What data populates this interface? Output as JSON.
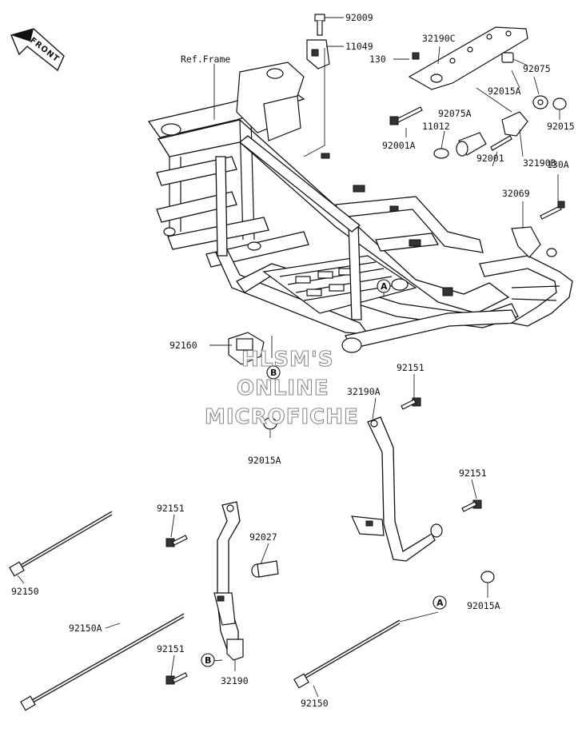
{
  "front_arrow": {
    "label": "FRONT"
  },
  "frame_label": "Ref.Frame",
  "part_labels": [
    {
      "id": "p92009",
      "text": "92009"
    },
    {
      "id": "p11049",
      "text": "11049"
    },
    {
      "id": "p32190c",
      "text": "32190C"
    },
    {
      "id": "p130",
      "text": "130"
    },
    {
      "id": "p92075",
      "text": "92075"
    },
    {
      "id": "p92015a_top",
      "text": "92015A"
    },
    {
      "id": "p92075a",
      "text": "92075A"
    },
    {
      "id": "p11012",
      "text": "11012"
    },
    {
      "id": "p92001a",
      "text": "92001A"
    },
    {
      "id": "p92015",
      "text": "92015"
    },
    {
      "id": "p92001",
      "text": "92001"
    },
    {
      "id": "p32190b",
      "text": "32190B"
    },
    {
      "id": "p32069",
      "text": "32069"
    },
    {
      "id": "p130a",
      "text": "130A"
    },
    {
      "id": "p92160",
      "text": "92160"
    },
    {
      "id": "p92151_a",
      "text": "92151"
    },
    {
      "id": "p32190a",
      "text": "32190A"
    },
    {
      "id": "p92015a_mid",
      "text": "92015A"
    },
    {
      "id": "p92151_b",
      "text": "92151"
    },
    {
      "id": "p92151_c",
      "text": "92151"
    },
    {
      "id": "p92027",
      "text": "92027"
    },
    {
      "id": "p92150_a",
      "text": "92150"
    },
    {
      "id": "p92015a_low",
      "text": "92015A"
    },
    {
      "id": "p92150a",
      "text": "92150A"
    },
    {
      "id": "p92151_d",
      "text": "92151"
    },
    {
      "id": "p32190",
      "text": "32190"
    },
    {
      "id": "p92150_b",
      "text": "92150"
    }
  ],
  "callouts": [
    {
      "id": "a_frame",
      "letter": "A"
    },
    {
      "id": "b_frame",
      "letter": "B"
    },
    {
      "id": "a_bolt",
      "letter": "A"
    },
    {
      "id": "b_bracket",
      "letter": "B"
    }
  ],
  "watermark": [
    "HLSM'S",
    "ONLINE",
    "MICROFICHE"
  ]
}
